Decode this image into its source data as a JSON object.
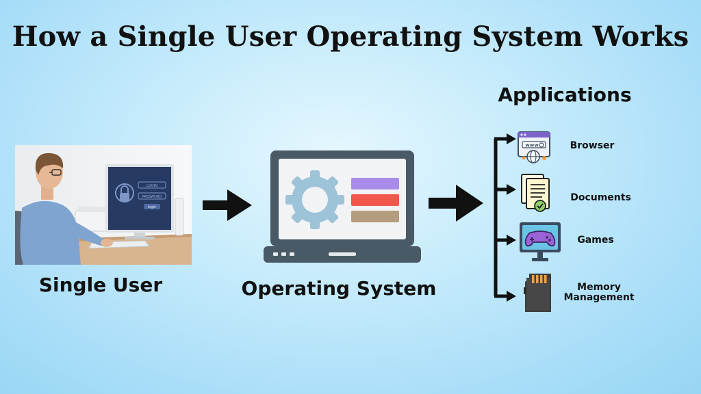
{
  "title": "How a Single User Operating System Works",
  "user": {
    "label": "Single User"
  },
  "os": {
    "label": "Operating System"
  },
  "applications": {
    "title": "Applications",
    "items": [
      {
        "label": "Browser",
        "icon": "browser-icon"
      },
      {
        "label": "Documents",
        "icon": "documents-icon"
      },
      {
        "label": "Games",
        "icon": "game-controller-icon"
      },
      {
        "label_line1": "Memory",
        "label_line2": "Management",
        "icon": "memory-card-icon"
      }
    ]
  },
  "monitor_text": {
    "login": "LOGIN",
    "password": "PASSWORD",
    "enter": "login"
  },
  "browser_icon_text": "www",
  "colors": {
    "laptop": "#4a5966",
    "gear": "#9dc3d9",
    "bar1": "#a88bea",
    "bar2": "#f1574b",
    "bar3": "#b49c7e"
  }
}
